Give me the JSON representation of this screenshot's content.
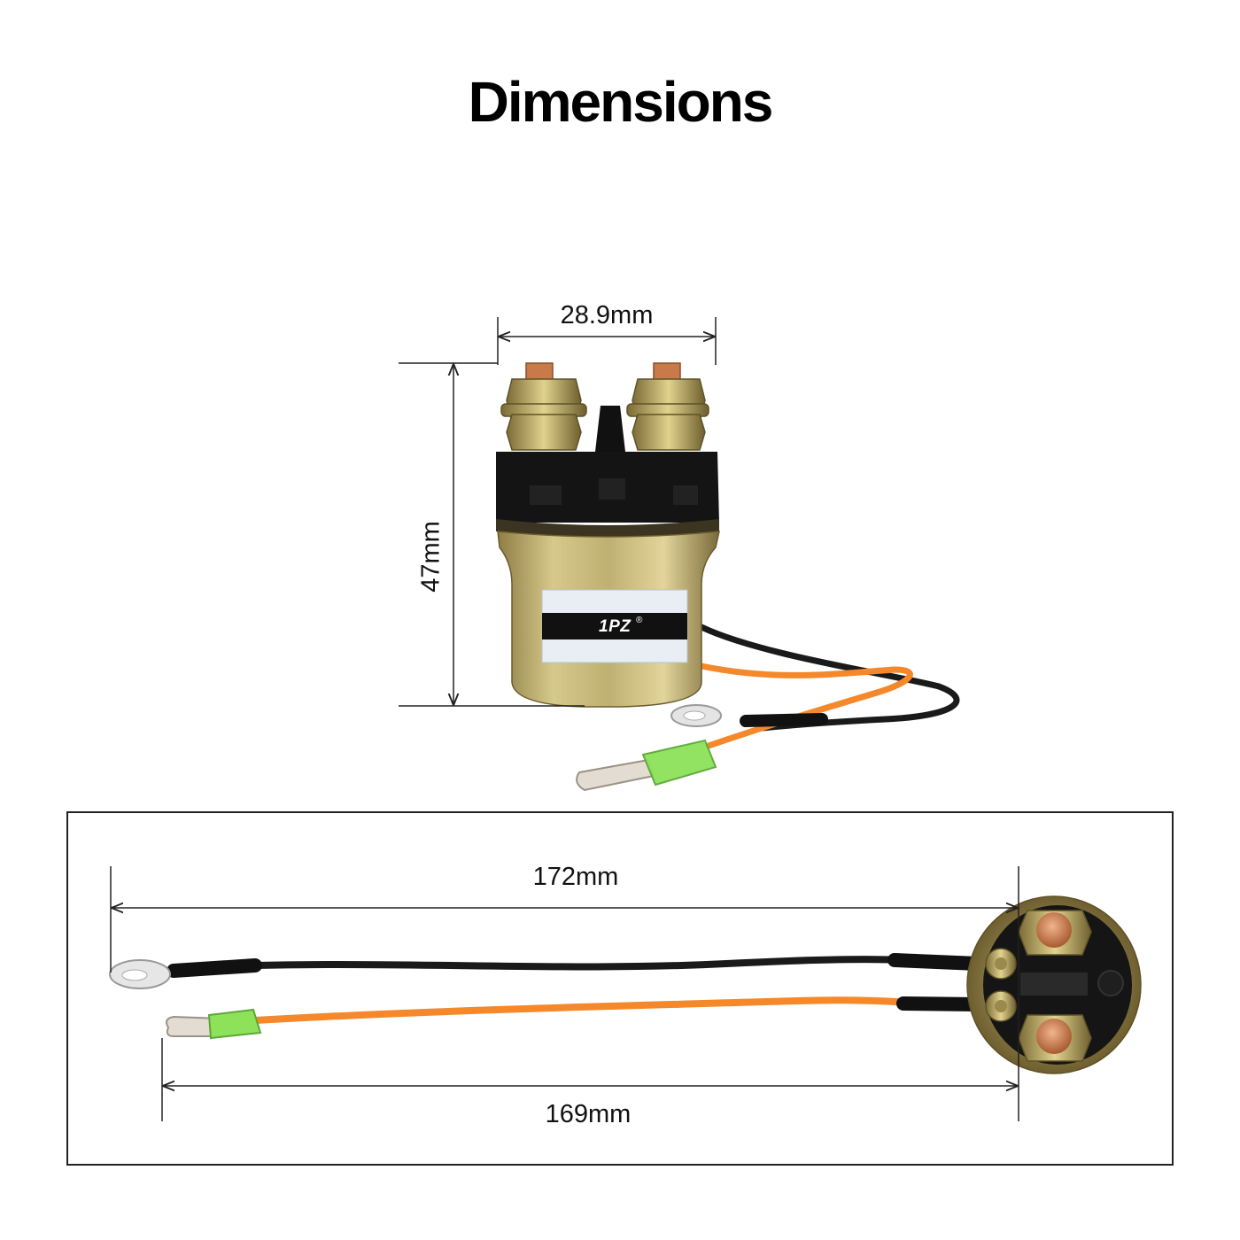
{
  "title": "Dimensions",
  "colors": {
    "background": "#ffffff",
    "dimension_line": "#222222",
    "housing": "#b9ab6a",
    "cap": "#141414",
    "wire_black": "#1a1a1a",
    "wire_orange": "#f5882a",
    "connector_green": "#8ee25a",
    "copper": "#c97a4a"
  },
  "top_view": {
    "width_label": "28.9mm",
    "height_label": "47mm",
    "brand": "1PZ",
    "brand_mark": "®"
  },
  "side_view": {
    "black_wire_length_label": "172mm",
    "orange_wire_length_label": "169mm"
  }
}
